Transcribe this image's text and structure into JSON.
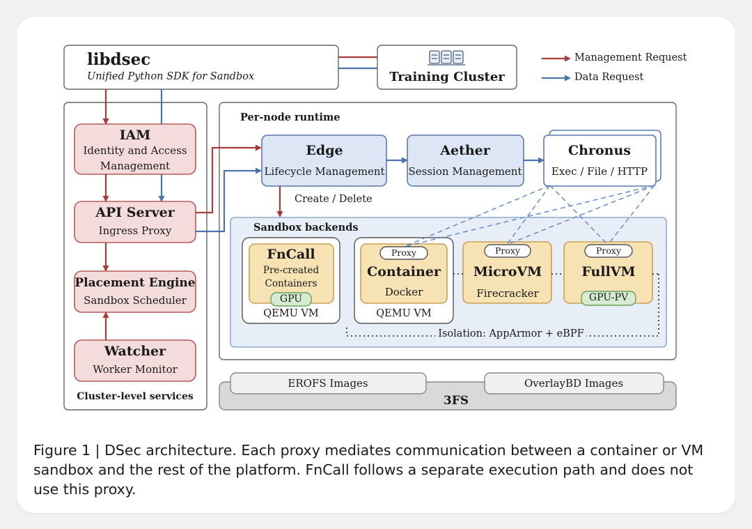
{
  "libdsec": {
    "title": "libdsec",
    "subtitle": "Unified Python SDK for Sandbox"
  },
  "training_cluster": {
    "label": "Training Cluster"
  },
  "legend": {
    "management": "Management Request",
    "data": "Data Request"
  },
  "colors": {
    "management": "#a83a3a",
    "data": "#4a73b0",
    "red_fill": "#f4dcdc",
    "blue_fill": "#dce6f4",
    "yellow_fill": "#f6e2b3",
    "green_fill": "#d6ebcf",
    "gray_fill": "#d9d9d9"
  },
  "cluster_services": {
    "title": "Cluster-level services",
    "iam": {
      "title": "IAM",
      "line1": "Identity and Access",
      "line2": "Management"
    },
    "api_server": {
      "title": "API Server",
      "subtitle": "Ingress Proxy"
    },
    "placement": {
      "title": "Placement Engine",
      "subtitle": "Sandbox Scheduler"
    },
    "watcher": {
      "title": "Watcher",
      "subtitle": "Worker Monitor"
    }
  },
  "runtime": {
    "title": "Per-node runtime",
    "edge": {
      "title": "Edge",
      "subtitle": "Lifecycle Management"
    },
    "aether": {
      "title": "Aether",
      "subtitle": "Session Management"
    },
    "chronus": {
      "title": "Chronus",
      "subtitle": "Exec / File / HTTP"
    },
    "create_delete": "Create / Delete",
    "backends": {
      "title": "Sandbox backends",
      "fncall": {
        "title": "FnCall",
        "line1": "Pre-created",
        "line2": "Containers",
        "badge": "GPU",
        "host": "QEMU VM"
      },
      "container": {
        "proxy": "Proxy",
        "title": "Container",
        "subtitle": "Docker",
        "host": "QEMU VM"
      },
      "microvm": {
        "proxy": "Proxy",
        "title": "MicroVM",
        "subtitle": "Firecracker"
      },
      "fullvm": {
        "proxy": "Proxy",
        "title": "FullVM",
        "badge": "GPU-PV"
      },
      "isolation": "Isolation: AppArmor + eBPF"
    }
  },
  "storage": {
    "title": "3FS",
    "erofs": "EROFS Images",
    "overlaybd": "OverlayBD Images"
  },
  "caption": "Figure 1 | DSec architecture. Each proxy mediates communication between a container or VM sandbox and the rest of the platform. FnCall follows a separate execution path and does not use this proxy."
}
